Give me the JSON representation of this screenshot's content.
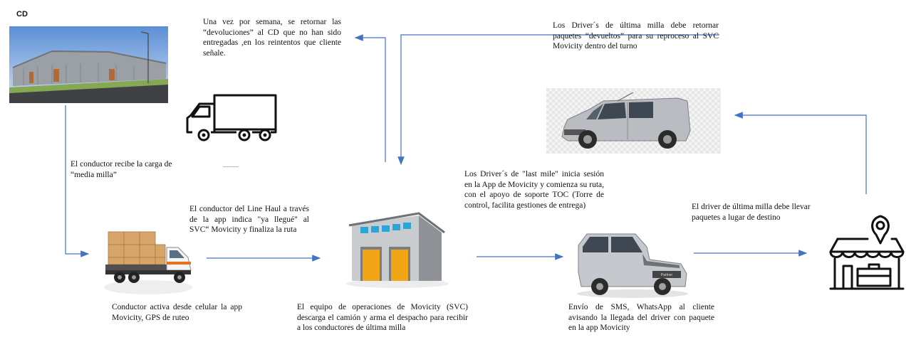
{
  "labels": {
    "cd": "CD",
    "returns_weekly": "Una vez por semana, se retornar las “devoluciones” al CD que no han sido entregadas ,en los reintentos que cliente señale.",
    "last_mile_return": "Los Driver´s de última milla debe retornar paquetes “devueltos” para su reproceso al SVC Movicity dentro del turno",
    "driver_receives": "El conductor recibe la carga de “media milla”",
    "line_haul": "El conductor del Line Haul a través de la app indica \"ya llegué\" al SVC“ Movicity y finaliza la ruta",
    "last_mile_login": "Los Driver´s de \"last mile\" inicia sesión en la App de Movicity y comienza su ruta, con el apoyo de soporte TOC (Torre de control, facilita gestiones de entrega)",
    "deliver_destination": "El driver de última milla debe llevar paquetes a lugar de destino",
    "driver_activates": "Conductor activa desde celular la app Movicity, GPS de ruteo",
    "svc_unloads": "El equipo de operaciones de Movicity (SVC) descarga el camión y arma el despacho para recibir a los conductores de última milla",
    "sms_notice": "Envío de SMS, WhatsApp al cliente avisando la llegada del driver con paquete en la app Movicity"
  },
  "colors": {
    "arrow": "#4472c4",
    "warehouse_door": "#f2a516",
    "warehouse_window": "#2aa7d8",
    "van_silver": "#b9bcc0"
  }
}
